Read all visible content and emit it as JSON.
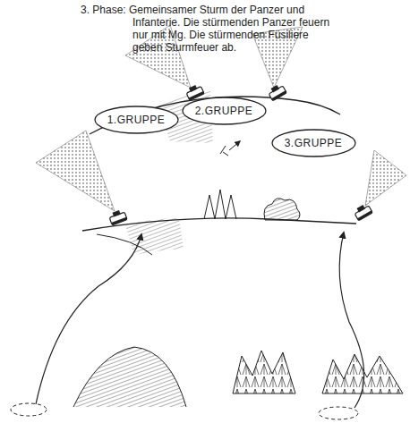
{
  "diagram": {
    "title": "3. Phase: Gemeinsamer Sturm der Panzer und Infanterie. Die stürmenden Panzer feuern nur mit Mg. Die stürmenden Füsiliere geben Sturmfeuer ab.",
    "nodes": [
      {
        "text": [
          "1.GRUPPE"
        ]
      },
      {
        "text": [
          "2.GRUPPE"
        ]
      },
      {
        "text": [
          "3.GRUPPE"
        ]
      }
    ]
  }
}
